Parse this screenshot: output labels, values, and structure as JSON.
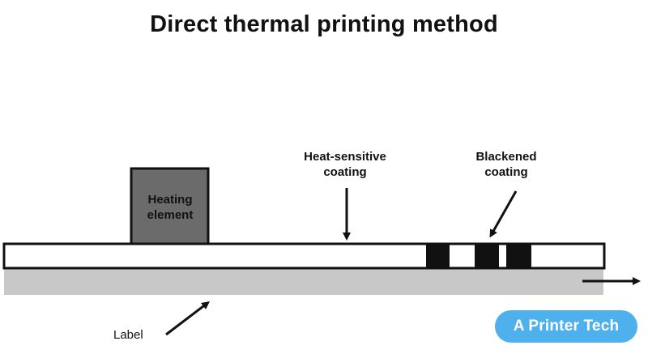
{
  "title": "Direct thermal printing method",
  "labels": {
    "heating_element": [
      "Heating",
      "element"
    ],
    "heat_sensitive_coating": [
      "Heat-sensitive",
      "coating"
    ],
    "blackened_coating": [
      "Blackened",
      "coating"
    ],
    "label": "Label"
  },
  "logo": {
    "text": "A Printer Tech",
    "color": "#4fb0ee"
  },
  "colors": {
    "heating_element": "#6b6b6b",
    "label_base": "#c8c8c8",
    "blackened": "#111111",
    "strip": "#ffffff"
  }
}
